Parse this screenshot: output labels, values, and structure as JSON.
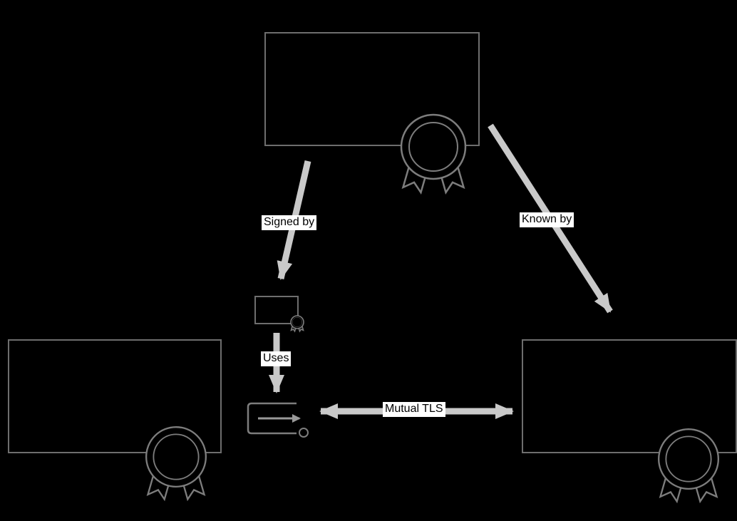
{
  "diagram": {
    "background_color": "#000000",
    "colors": {
      "arrow": "#c9c9c9",
      "shape_stroke": "#7d7d7d",
      "shape_fill": "#000000",
      "label_background": "#ffffff",
      "label_text": "#000000"
    },
    "labels": {
      "signed_by": "Signed by",
      "known_by": "Known by",
      "uses": "Uses",
      "mutual_tls": "Mutual TLS"
    },
    "icons": {
      "top_node": "certificate-seal-icon",
      "left_node": "certificate-seal-icon",
      "right_node": "certificate-seal-icon",
      "middle_node": "small-certificate-icon",
      "connection_node": "connection-arrow-icon"
    }
  }
}
